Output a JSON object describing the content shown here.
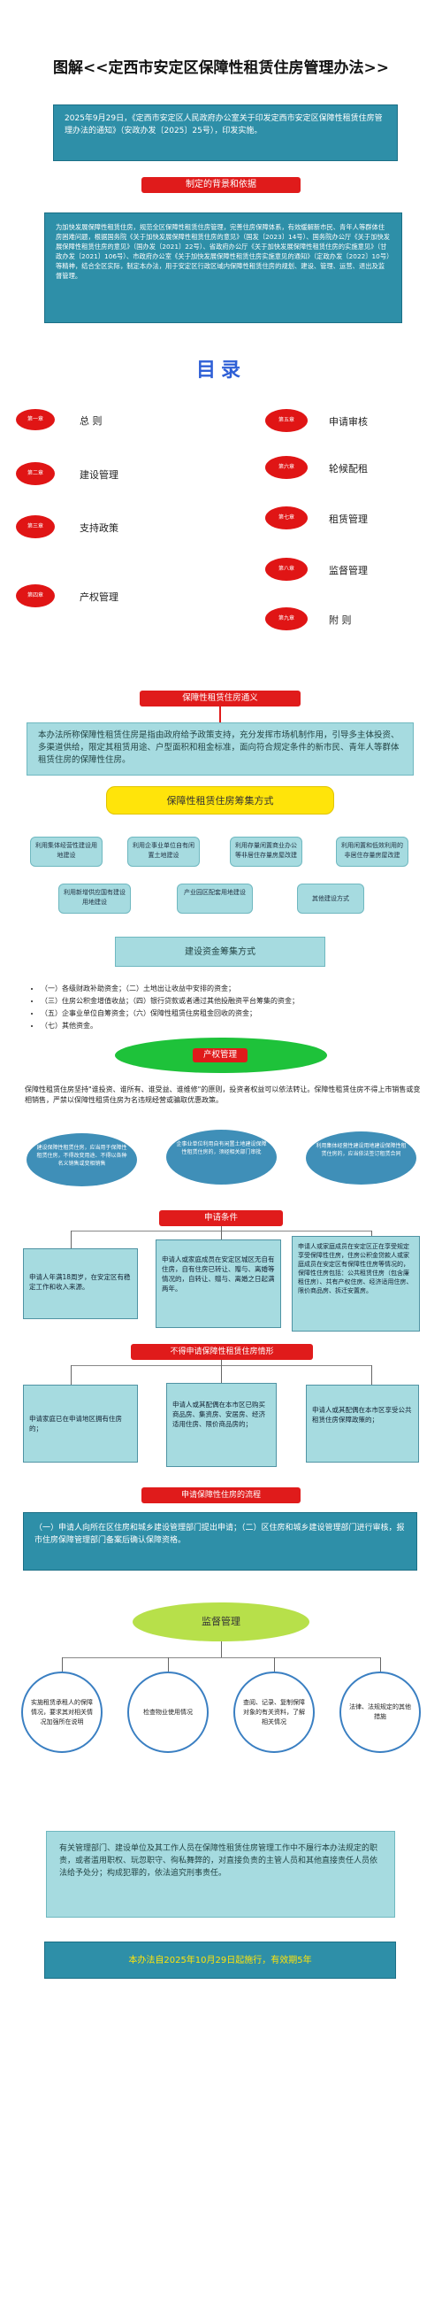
{
  "title": "图解<<定西市安定区保障性租赁住房管理办法>>",
  "intro": "2025年9月29日，《定西市安定区人民政府办公室关于印发定西市安定区保障性租赁住房管理办法的通知》（安政办发〔2025〕25号），印发实施。",
  "background_label": "制定的背景和依据",
  "background_text": "为加快发展保障性租赁住房，规范全区保障性租赁住房管理，完善住房保障体系，有效缓解新市民、青年人等群体住房困难问题，根据国务院《关于加快发展保障性租赁住房的意见》（国发〔2023〕14号）、国务院办公厅《关于加快发展保障性租赁住房的意见》（国办发〔2021〕22号）、省政府办公厅《关于加快发展保障性租赁住房的实施意见》（甘政办发〔2021〕106号）、市政府办公室《关于加快发展保障性租赁住房实施意见的通知》（定政办发〔2022〕10号）等精神，结合全区实际，制定本办法，用于安定区行政区域内保障性租赁住房的规划、建设、管理、运营、退出及监督管理。",
  "toc_title": "目录",
  "toc": {
    "left": [
      {
        "ch": "第一章",
        "label": "总 则"
      },
      {
        "ch": "第二章",
        "label": "建设管理"
      },
      {
        "ch": "第三章",
        "label": "支持政策"
      },
      {
        "ch": "第四章",
        "label": "产权管理"
      }
    ],
    "right": [
      {
        "ch": "第五章",
        "label": "申请审核"
      },
      {
        "ch": "第六章",
        "label": "轮候配租"
      },
      {
        "ch": "第七章",
        "label": "租赁管理"
      },
      {
        "ch": "第八章",
        "label": "监督管理"
      },
      {
        "ch": "第九章",
        "label": "附 则"
      }
    ]
  },
  "definition_label": "保障性租赁住房通义",
  "definition_text": "本办法所称保障性租赁住房是指由政府给予政策支持，充分发挥市场机制作用，引导多主体投资、多渠道供给，限定其租赁用途、户型面积和租金标准，面向符合规定条件的新市民、青年人等群体租赁住房的保障性住房。",
  "raise_label": "保障性租赁住房筹集方式",
  "raise_methods": [
    "利用集体经营性建设用地建设",
    "利用企事业单位自有闲置土地建设",
    "利用存量闲置商业办公等非居住存量房屋改建",
    "利用闲置和低效利用的非居住存量房屋改建",
    "利用新增供应国有建设用地建设",
    "产业园区配套用地建设",
    "其他建设方式"
  ],
  "funds_label": "建设资金筹集方式",
  "funds": [
    "（一）各级财政补助资金；（二）土地出让收益中安排的资金；",
    "（三）住房公积金增值收益；（四）银行贷款或者通过其他投融资平台筹集的资金；",
    "（五）企事业单位自筹资金；（六）保障性租赁住房租金回收的资金；",
    "（七）其他资金。"
  ],
  "property_label": "产权管理",
  "property_text": "保障性租赁住房坚持\"谁投资、谁所有、谁受益、谁维修\"的原则，投资者权益可以依法转让。保障性租赁住房不得上市销售或变相销售，严禁以保障性租赁住房为名违规经营或骗取优惠政策。",
  "property_items": [
    "建设保障性租赁住房，应当用于保障性租赁住房，不得改变用途、不得以各种名义销售或变相销售",
    "企事业单位利用自有闲置土地建设保障性租赁住房的，须经相关部门审批",
    "利用集体经营性建设用地建设保障性租赁住房的，应当依法签订租赁合同"
  ],
  "apply_label": "申请条件",
  "apply_items": [
    "申请人年满18周岁，在安定区有稳定工作和收入来源。",
    "申请人或家庭成员在安定区城区无自有住房，自有住房已转让、赠与、离婚等情况的，自转让、赠与、离婚之日起满两年。",
    "申请人或家庭成员在安定区正在享受规定享受保障性住房，住房公积金贷款人或家庭成员在安定区有保障性住房等情况的，保障性住房包括：公共租赁住房（包含廉租住房）、共有产权住房、经济适用住房、限价商品房、拆迁安置房。"
  ],
  "not_allowed_label": "不得申请保障性租赁住房情形",
  "not_allowed_items": [
    "申请家庭已在申请地区拥有住房的；",
    "申请人或其配偶在本市区已购买商品房、集资房、安居房、经济适用住房、限价商品房的；",
    "申请人或其配偶在本市区享受公共租赁住房保障政策的；"
  ],
  "process_label": "申请保障性住房的流程",
  "process_text": "（一）申请人向所在区住房和城乡建设管理部门提出申请；（二）区住房和城乡建设管理部门进行审核，报市住房保障管理部门备案后确认保障资格。",
  "supervise_label": "监督管理",
  "supervise_items": [
    "实施租赁承租人的保障情况，要求其对相关情况加强所在说明",
    "检查物业使用情况",
    "查阅、记录、复制保障对象的有关资料，了解相关情况",
    "法律、法规规定的其他措施"
  ],
  "penalty_text": "有关管理部门、建设单位及其工作人员在保障性租赁住房管理工作中不履行本办法规定的职责，或者滥用职权、玩忽职守、徇私舞弊的，对直接负责的主管人员和其他直接责任人员依法给予处分；构成犯罪的，依法追究刑事责任。",
  "effective_text": "本办法自2025年10月29日起施行，有效期5年",
  "colors": {
    "red": "#e01b1b",
    "teal": "#2e8fa8",
    "pale": "#a6dbe0",
    "yellow": "#ffe40a",
    "green": "#1ec23a"
  }
}
